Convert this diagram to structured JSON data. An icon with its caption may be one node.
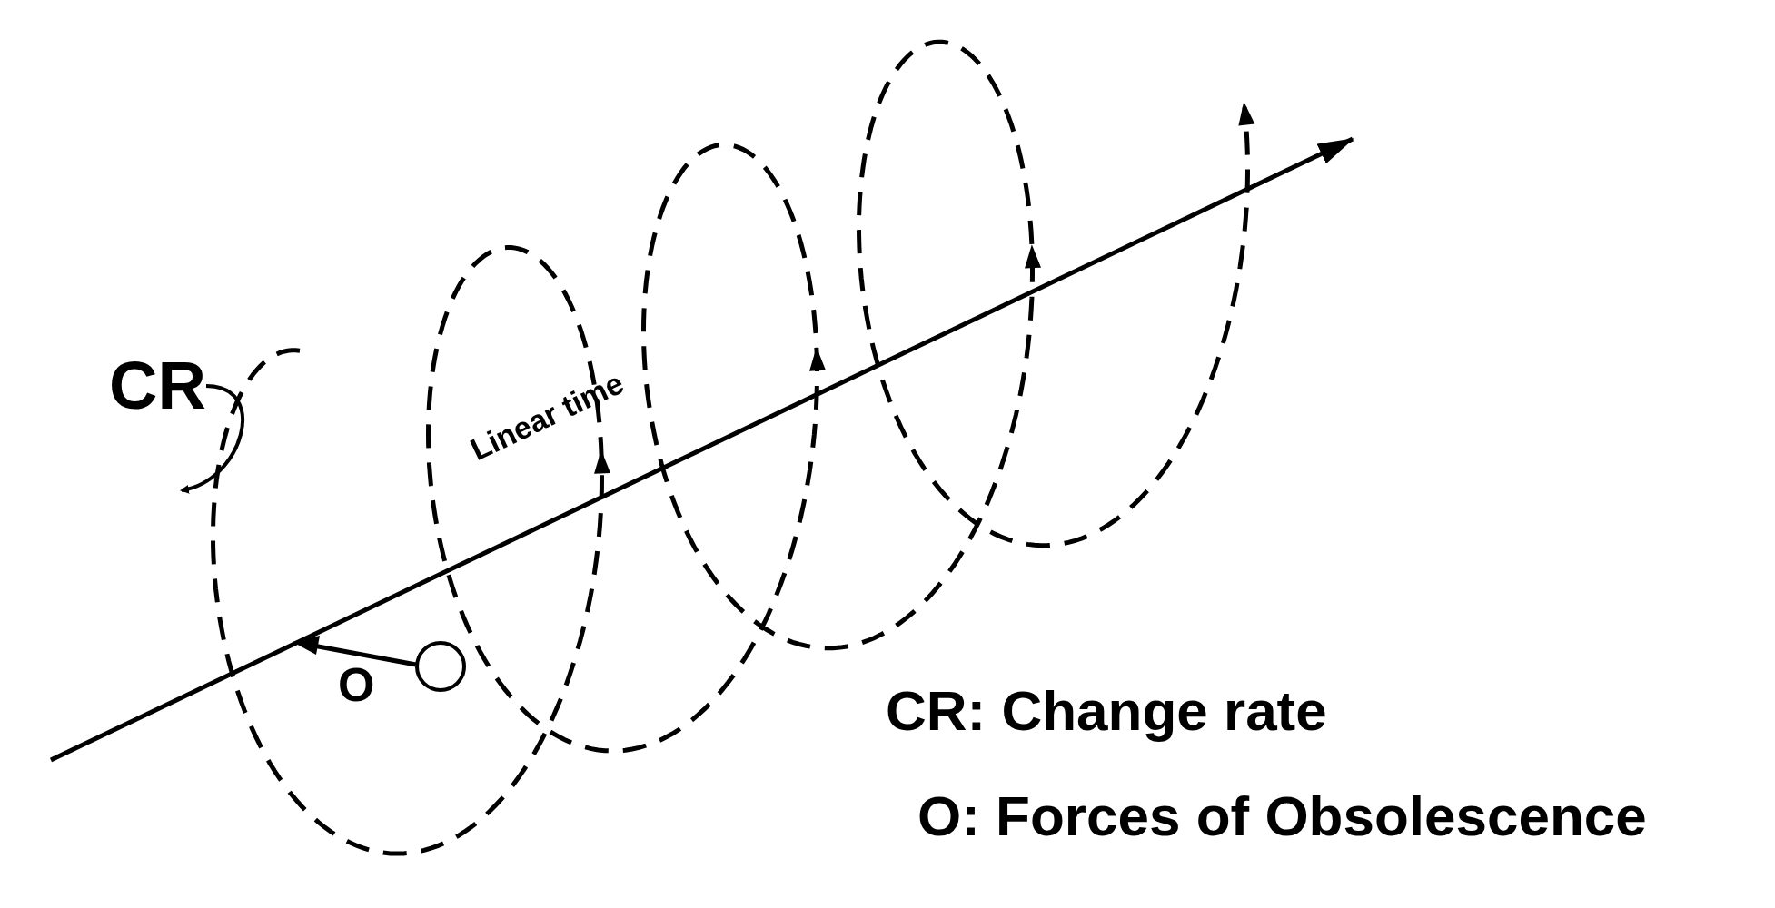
{
  "diagram": {
    "nodes": [
      {
        "text": [
          "CR"
        ]
      },
      {
        "text": [],
        "shape": "spiral"
      }
    ],
    "edges": [
      {
        "from": 0,
        "to": 1,
        "arrow": "to"
      }
    ],
    "labels": [
      "Linear time",
      "O",
      "CR: Change rate",
      "O: Forces of Obsolescence"
    ]
  }
}
